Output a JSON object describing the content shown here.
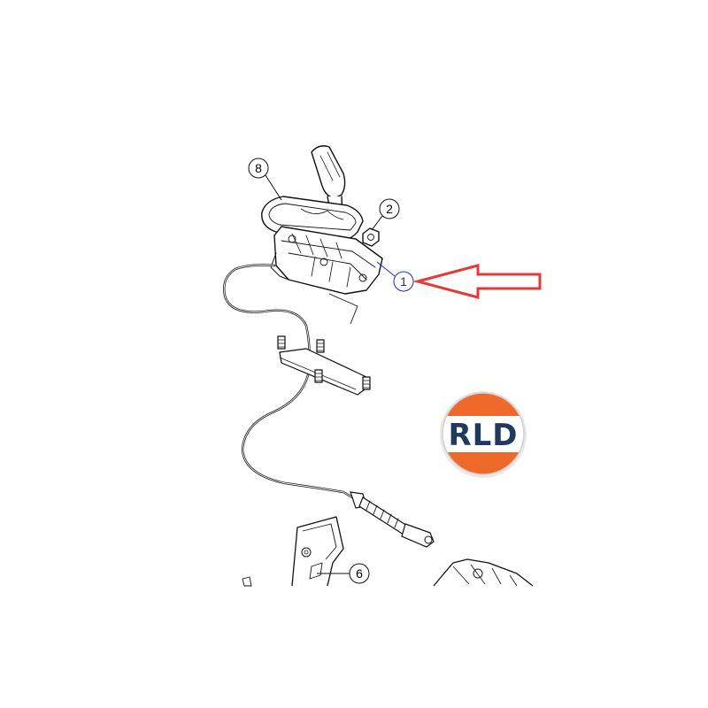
{
  "diagram": {
    "callouts": [
      {
        "id": "callout-1",
        "label": "1",
        "highlighted": true
      },
      {
        "id": "callout-2",
        "label": "2",
        "highlighted": false
      },
      {
        "id": "callout-6",
        "label": "6",
        "highlighted": false
      },
      {
        "id": "callout-8",
        "label": "8",
        "highlighted": false
      }
    ],
    "pointer_arrow": {
      "color": "#e53935",
      "points_to": "1"
    },
    "line_color": "#111111",
    "highlight_color": "#1a2fb0"
  },
  "logo": {
    "text": "RLD",
    "top_color": "#ef6a2a",
    "bottom_color": "#ef6a2a",
    "band_color": "#ffffff",
    "text_color": "#1f3a5c"
  }
}
